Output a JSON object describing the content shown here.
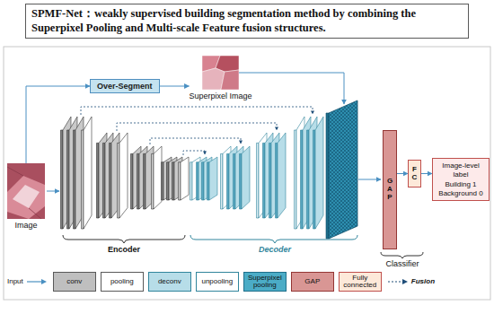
{
  "diagram": {
    "title": "SPMF-Net：weakly supervised building segmentation method by combining the Superpixel Pooling and Multi-scale Feature fusion structures.",
    "nodes": [
      {
        "text": [
          "Image"
        ]
      },
      {
        "text": [
          "Over-Segment"
        ]
      },
      {
        "text": [
          "Superpixel Image"
        ]
      },
      {
        "text": [
          "GAP"
        ]
      },
      {
        "text": [
          "FC"
        ]
      },
      {
        "text": [
          "Image-level label",
          "Building 1",
          "Background 0"
        ]
      }
    ],
    "edges": [
      {
        "from": 0,
        "to": 1,
        "arrow": "to"
      },
      {
        "from": 1,
        "to": 2,
        "arrow": "to"
      },
      {
        "from": 3,
        "to": 4,
        "arrow": "to"
      },
      {
        "from": 4,
        "to": 5,
        "arrow": "to"
      }
    ],
    "labels": [
      "Encoder",
      "Decoder",
      "Classifier"
    ],
    "legend": [
      {
        "text": "Input"
      },
      {
        "text": "conv",
        "color": "#bfbfbf"
      },
      {
        "text": "pooling",
        "color": "#ffffff"
      },
      {
        "text": "deconv",
        "color": "#b7dde8"
      },
      {
        "text": "unpooling",
        "color": "#ffffff"
      },
      {
        "text": "Superpixel pooling",
        "color": "#4bacc6"
      },
      {
        "text": "GAP",
        "color": "#d99694"
      },
      {
        "text": "Fully connected",
        "color": "#fde9d9"
      },
      {
        "text": "Fusion"
      }
    ]
  }
}
